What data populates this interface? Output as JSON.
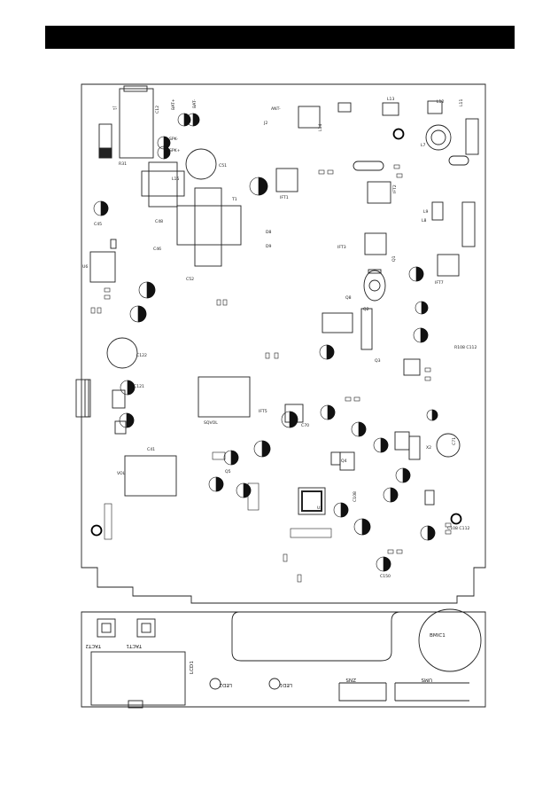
{
  "header": {
    "text": ""
  },
  "board": {
    "labels": [
      {
        "text": "J1"
      },
      {
        "text": "C12"
      },
      {
        "text": "BAT+"
      },
      {
        "text": "BAT-"
      },
      {
        "text": "ANT-"
      },
      {
        "text": "J2"
      },
      {
        "text": "L13"
      },
      {
        "text": "L14"
      },
      {
        "text": "L12"
      },
      {
        "text": "L11"
      },
      {
        "text": "R31"
      },
      {
        "text": "SPK-"
      },
      {
        "text": "SPK+"
      },
      {
        "text": "C51"
      },
      {
        "text": "L15"
      },
      {
        "text": "T1"
      },
      {
        "text": "C48"
      },
      {
        "text": "C46"
      },
      {
        "text": "C45"
      },
      {
        "text": "C52"
      },
      {
        "text": "D8"
      },
      {
        "text": "D9"
      },
      {
        "text": "U6"
      },
      {
        "text": "IFT1"
      },
      {
        "text": "IFT2"
      },
      {
        "text": "IFT3"
      },
      {
        "text": "IFT5"
      },
      {
        "text": "IFT7"
      },
      {
        "text": "L7"
      },
      {
        "text": "L8"
      },
      {
        "text": "L9"
      },
      {
        "text": "C122"
      },
      {
        "text": "C121"
      },
      {
        "text": "C41"
      },
      {
        "text": "SQVOL"
      },
      {
        "text": "VOL"
      },
      {
        "text": "U5"
      },
      {
        "text": "Q1"
      },
      {
        "text": "Q2"
      },
      {
        "text": "Q3"
      },
      {
        "text": "Q4"
      },
      {
        "text": "Q5"
      },
      {
        "text": "Q8"
      },
      {
        "text": "C71"
      },
      {
        "text": "C70"
      },
      {
        "text": "X2"
      },
      {
        "text": "C150"
      },
      {
        "text": "C108"
      },
      {
        "text": "C108 C112"
      },
      {
        "text": "R108 C112"
      }
    ],
    "panel_labels": [
      {
        "text": "TACT2"
      },
      {
        "text": "TACT1"
      },
      {
        "text": "LCD1"
      },
      {
        "text": "LED2"
      },
      {
        "text": "LED1"
      },
      {
        "text": "BMIC1"
      },
      {
        "text": "ZNS"
      },
      {
        "text": "UMS"
      }
    ]
  }
}
